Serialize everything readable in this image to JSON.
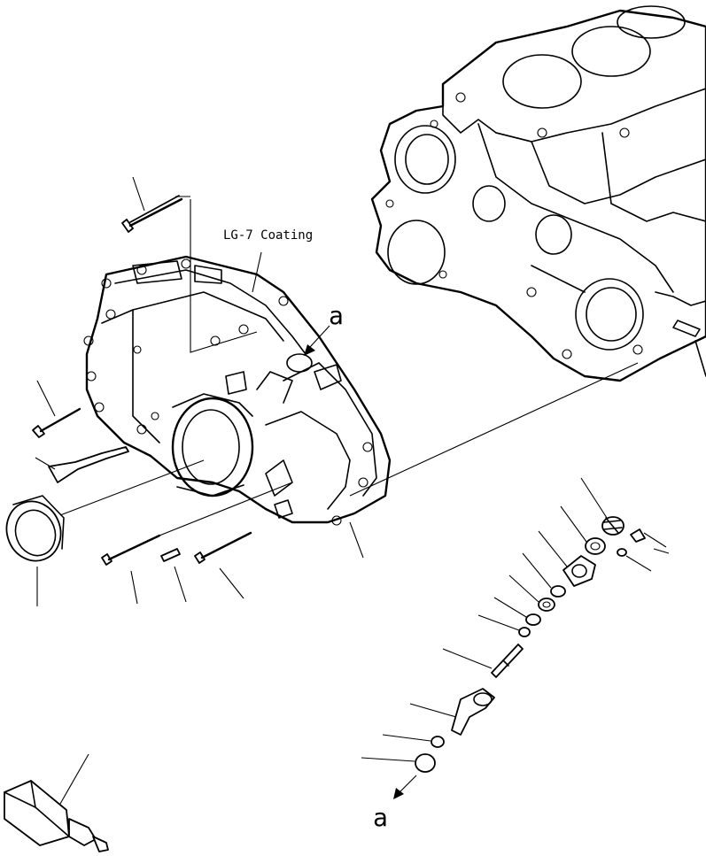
{
  "annotations": {
    "coating_note": "LG-7 Coating",
    "ref_mark_top": "a",
    "ref_mark_bottom": "a"
  }
}
